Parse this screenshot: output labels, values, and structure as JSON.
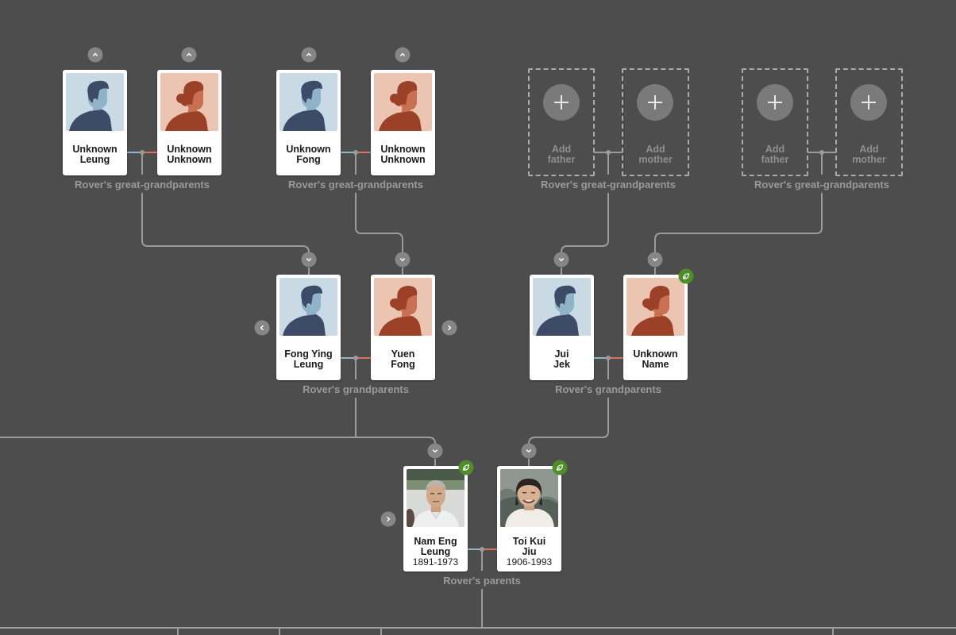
{
  "colors": {
    "background": "#4d4d4d",
    "connector": "#9b9b9b",
    "male_line": "#8fb3c9",
    "female_line": "#d9735a",
    "hint_badge": "#4f8d2a",
    "male_bg": "#c9dae4",
    "female_bg": "#ecc4b2"
  },
  "great_grandparents": [
    {
      "label": "Rover's great-grandparents",
      "father": {
        "first": "Unknown",
        "last": "Leung",
        "gender": "male",
        "icon": "male-silhouette-icon"
      },
      "mother": {
        "first": "Unknown",
        "last": "Unknown",
        "gender": "female",
        "icon": "female-silhouette-icon"
      }
    },
    {
      "label": "Rover's great-grandparents",
      "father": {
        "first": "Unknown",
        "last": "Fong",
        "gender": "male",
        "icon": "male-silhouette-icon"
      },
      "mother": {
        "first": "Unknown",
        "last": "Unknown",
        "gender": "female",
        "icon": "female-silhouette-icon"
      }
    },
    {
      "label": "Rover's great-grandparents",
      "add_father": {
        "line1": "Add",
        "line2": "father",
        "icon": "plus-icon"
      },
      "add_mother": {
        "line1": "Add",
        "line2": "mother",
        "icon": "plus-icon"
      }
    },
    {
      "label": "Rover's great-grandparents",
      "add_father": {
        "line1": "Add",
        "line2": "father",
        "icon": "plus-icon"
      },
      "add_mother": {
        "line1": "Add",
        "line2": "mother",
        "icon": "plus-icon"
      }
    }
  ],
  "grandparents": [
    {
      "label": "Rover's grandparents",
      "father": {
        "first": "Fong Ying",
        "last": "Leung",
        "gender": "male"
      },
      "mother": {
        "first": "Yuen",
        "last": "Fong",
        "gender": "female"
      }
    },
    {
      "label": "Rover's grandparents",
      "father": {
        "first": "Jui",
        "last": "Jek",
        "gender": "male"
      },
      "mother": {
        "first": "Unknown",
        "last": "Name",
        "gender": "female",
        "hint": true
      }
    }
  ],
  "parents": {
    "label": "Rover's parents",
    "father": {
      "first": "Nam Eng",
      "last": "Leung",
      "dates": "1891-1973",
      "photo": true,
      "hint": true
    },
    "mother": {
      "first": "Toi Kui",
      "last": "Jiu",
      "dates": "1906-1993",
      "photo": true,
      "hint": true
    }
  },
  "controls": {
    "expand_up": "chevron-up-icon",
    "expand_down": "chevron-down-icon",
    "nav_left": "chevron-left-icon",
    "nav_right": "chevron-right-icon",
    "hint": "leaf-hint-icon"
  }
}
